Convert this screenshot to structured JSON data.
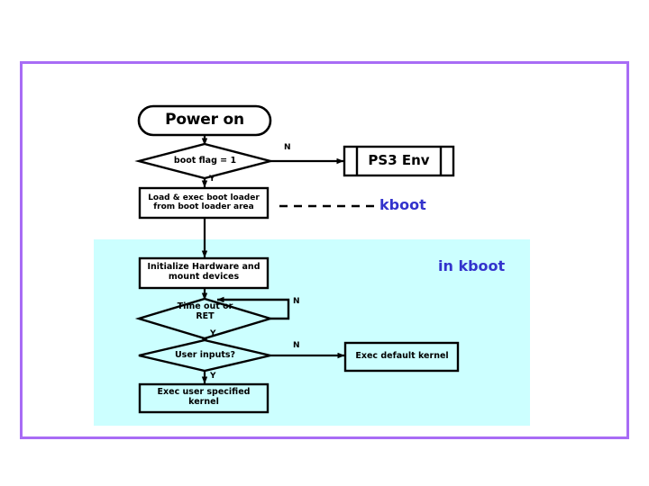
{
  "diagram": {
    "title_hidden": "",
    "colors": {
      "frame": "#a86cf5",
      "region_fill": "#ccffff",
      "kboot_text": "#3333cc",
      "stroke": "#000000",
      "page_background": "#ffffff"
    },
    "nodes": [
      {
        "id": "power-on",
        "shape": "terminator",
        "label": "Power on"
      },
      {
        "id": "boot-flag",
        "shape": "decision",
        "label": "boot flag = 1"
      },
      {
        "id": "ps3-env",
        "shape": "predefined-process",
        "label": "PS3 Env"
      },
      {
        "id": "load-exec-boot-loader",
        "shape": "process",
        "label": "Load & exec boot loader\nfrom boot loader area"
      },
      {
        "id": "initialize-hardware",
        "shape": "process",
        "label": "Initialize Hardware and\nmount devices"
      },
      {
        "id": "time-out-or-ret",
        "shape": "decision",
        "label": "Time out or\nRET"
      },
      {
        "id": "user-inputs",
        "shape": "decision",
        "label": "User inputs?"
      },
      {
        "id": "exec-default-kernel",
        "shape": "process",
        "label": "Exec default kernel"
      },
      {
        "id": "exec-user-specified-kernel",
        "shape": "process",
        "label": "Exec user specified kernel"
      }
    ],
    "branch_labels": {
      "boot_flag_no": "N",
      "boot_flag_yes": "Y",
      "time_out_no": "N",
      "time_out_yes": "Y",
      "user_inputs_no": "N",
      "user_inputs_yes": "Y"
    },
    "annotations": {
      "kboot_legend": "kboot",
      "in_kboot": "in kboot"
    },
    "edges": [
      {
        "from": "power-on",
        "to": "boot-flag",
        "label": ""
      },
      {
        "from": "boot-flag",
        "to": "ps3-env",
        "label": "N"
      },
      {
        "from": "boot-flag",
        "to": "load-exec-boot-loader",
        "label": "Y"
      },
      {
        "from": "load-exec-boot-loader",
        "to": "initialize-hardware",
        "label": ""
      },
      {
        "from": "initialize-hardware",
        "to": "time-out-or-ret",
        "label": ""
      },
      {
        "from": "time-out-or-ret",
        "to": "time-out-or-ret",
        "label": "N"
      },
      {
        "from": "time-out-or-ret",
        "to": "user-inputs",
        "label": "Y"
      },
      {
        "from": "user-inputs",
        "to": "exec-default-kernel",
        "label": "N"
      },
      {
        "from": "user-inputs",
        "to": "exec-user-specified-kernel",
        "label": "Y"
      }
    ]
  }
}
